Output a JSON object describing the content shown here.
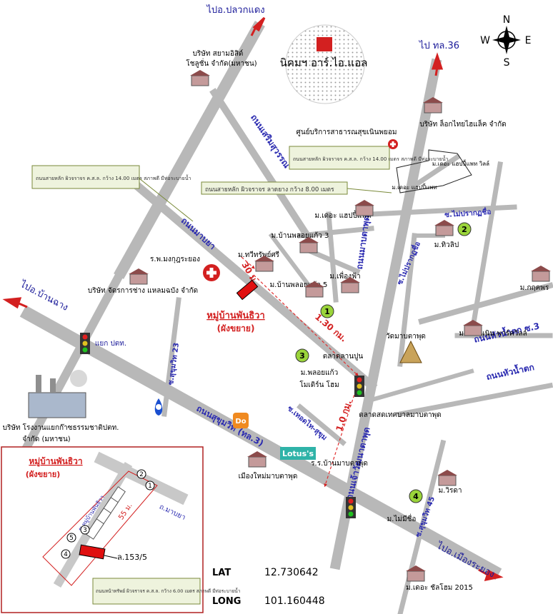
{
  "directions": {
    "to_pluak_daeng": "ไปอ.ปลวกแดง",
    "to_route_36": "ไป ทล.36",
    "to_ban_chang": "ไปอ.บ้านฉาง",
    "to_rayong_city": "ไปอ.เมืองระยอง"
  },
  "compass": {
    "n": "N",
    "s": "S",
    "e": "E",
    "w": "W"
  },
  "estate_name": "นิคมฯ อาร์.ไอ.แอล",
  "roads": {
    "road_soem_suk": "ถนนเสริมสุวรรณ",
    "road_mab_ya": "ถนนมาบยา",
    "road_sukhumvit": "ถนนสุขุมวิท (ทล.3)",
    "road_chaeng_wattana": "ถนนเจ้าวัฒนาตาพุด",
    "road_map_ta_phut": "ถนนมาบตาพุด",
    "road_hua_nam_ko": "ถนนหัวน้ำตก",
    "road_hua_nam_ko_3": "ถนนหัวน้ำตก ซ.3",
    "soi_sukhumvit_23": "ซ.สุขุมวิท 23",
    "soi_mai_prak": "ซ.ไม่ปรากฏชื่อ",
    "soi_mai_prak2": "ซ.ไม่ปรากฏชื่อ",
    "soi_thet_phrasak": "ซ.เทอดไท-สุขุม",
    "soi_sukhumvit_45": "ซ.สุขุมวิท 45"
  },
  "distances": {
    "d30": "30 ม.",
    "d130": "1.30 กม.",
    "d10": "1.0 กม."
  },
  "places": {
    "siam_asahi": "บริษัท สยามอิสิด์",
    "siam_asahi2": "โชลูชั่น จำกัด(มหาชน)",
    "service_center": "ศูนย์บริการสาธารณสุขเนินพยอม",
    "lockthai": "บริษัท ล็อกไทยไฮแล็ค จำกัด",
    "the_happy_villa": "ม.เดอะ แฮปปี้แพท วิลล์",
    "the_happy": "ม.เดอะ แฮปปี้แพท",
    "the_happy2": "ม.เดอะ แฮปปี้แพท",
    "ban_ploy_kaew3": "ม.บ้านพลอยแก้ว 3",
    "hospital": "ร.พ.มงกุฎระยอง",
    "thaweesap": "ม.ทวีทรัพย์ศรี",
    "ban_ploy_kaew5": "ม.บ้านพลอยแก้ว 5",
    "phueng_fa": "ม.เพื่องฟ้า",
    "thiwarit": "ม.ทิวลิป",
    "krukphon": "ม.กฤคพร",
    "plearnmuan": "ม.เพลินเนิน พาร์ควิลล์",
    "siam_steel": "บริษัท จัดรการช่าง แหลมฉบัง จำกัด",
    "intersection_ptt": "แยก ปตท.",
    "project_name": "หมู่บ้านพันธิวา",
    "project_sub": "(ผังขยาย)",
    "ploy_kaew_modern": "ม.พลอยแก้ว",
    "ploy_kaew_modern2": "โมเดิร์น โฮม",
    "market": "ตลาดลานปูน",
    "wat": "วัดมาบตาพุด",
    "market2": "ตลาดสดเทศบาลมาบตาพุด",
    "factory": "บริษัท โรงงานแยกก๊าซธรรมชาติปตท.",
    "factory2": "จำกัด (มหาชน)",
    "school": "ร.ร.บ้านมาบตาพุด",
    "mueang_mai": "เมืองใหม่มาบตาพุด",
    "virada": "ม.วิรดา",
    "mai_mi_chue": "ม.ไม่มีชื่อ",
    "the_chonhome": "ม.เดอะ ชัลโฮม 2015"
  },
  "notes": {
    "note1": "ถนนสายหลัก ผิวจราจร ค.ส.ล. กว้าง 14.00 เมตร สภาพดี มีท่อระบายน้ำ",
    "note2": "ถนนสายหลัก ผิวจราจร ค.ส.ล. กว้าง 14.00 เมตร สภาพดี มีท่อระบายน้ำ",
    "note3": "ถนนสายหลัก ผิวจราจร ลาดยาง กว้าง 8.00 เมตร",
    "note_inset": "ถนนหน้าทรัพย์ ผิวจราจร ค.ส.ล. กว้าง 6.00 เมตร สภาพดี มีท่อระบายน้ำ"
  },
  "inset": {
    "title": "หมู่บ้านพันธิวา",
    "subtitle": "(ผังขยาย)",
    "road_mab_ya": "ถ.มาบยา",
    "soi_project": "ซ.หมู่บ้านพันธิวา",
    "width": "55 ม.",
    "lot": "ล.153/5",
    "arrows": [
      "1",
      "2",
      "3",
      "4",
      "5"
    ]
  },
  "markers": [
    "1",
    "2",
    "3",
    "4"
  ],
  "brands": {
    "dohome": "Do",
    "lotus": "Lotus's"
  },
  "coordinates": {
    "lat_label": "LAT",
    "lat_value": "12.730642",
    "long_label": "LONG",
    "long_value": "101.160448"
  },
  "colors": {
    "road": "#b8b8b8",
    "road_label": "#2a2ab0",
    "direction": "#1a1a99",
    "arrow": "#d32020",
    "project": "#e01010",
    "note_border": "#7a8a3a",
    "note_fill": "#eef3dd",
    "marker": "#9ad43a"
  }
}
